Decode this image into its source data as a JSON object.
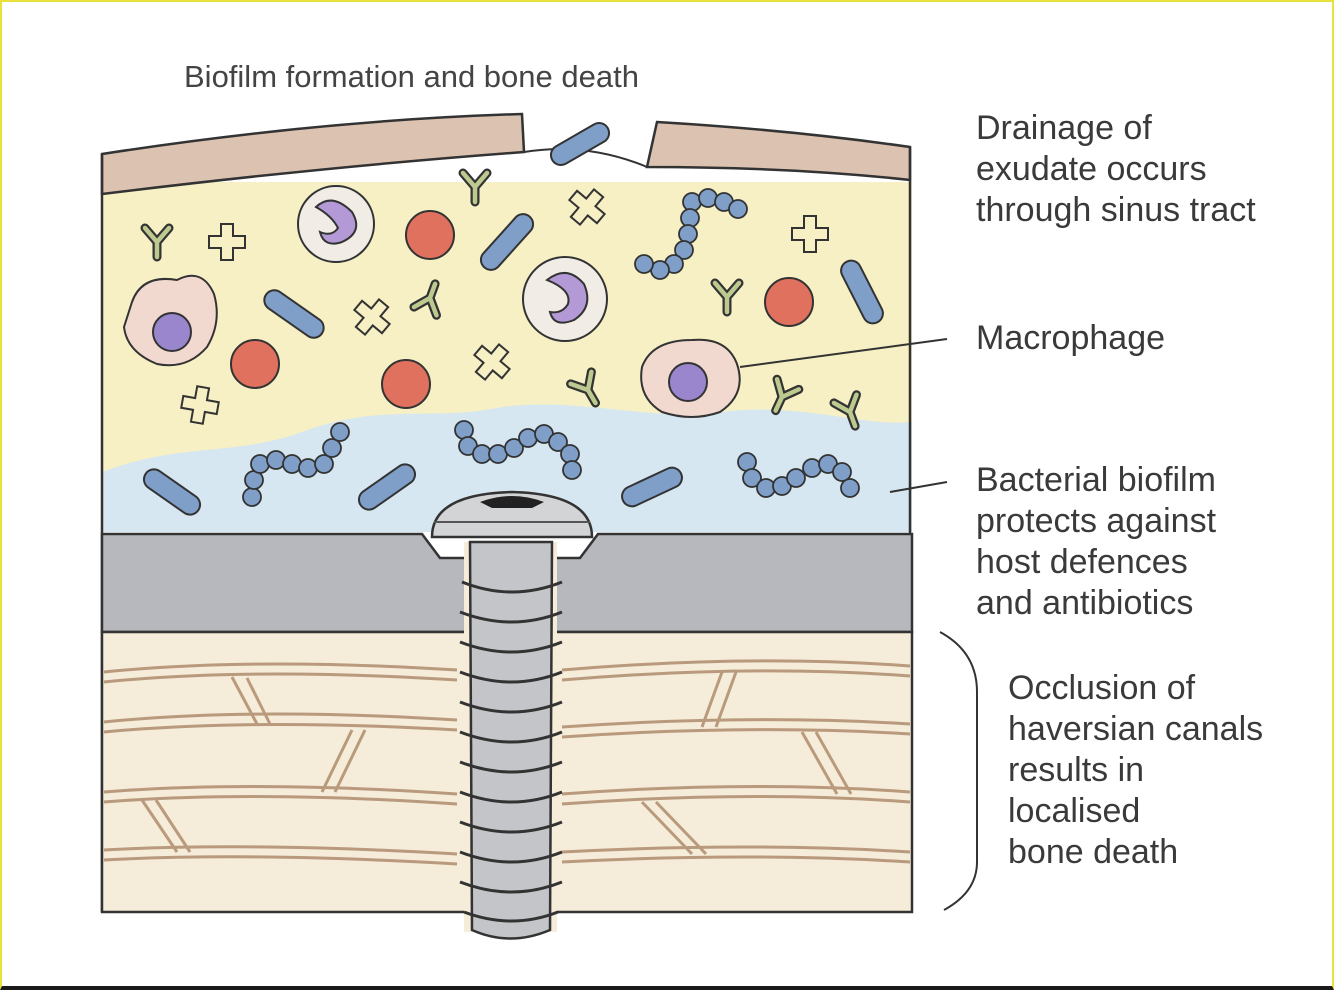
{
  "title": "Biofilm formation and bone death",
  "labels": {
    "drainage": "Drainage of\nexudate occurs\nthrough sinus tract",
    "macrophage": "Macrophage",
    "biofilm": "Bacterial biofilm\nprotects against\nhost defences\nand antibiotics",
    "occlusion": "Occlusion of\nhaversian canals\nresults in\nlocalised\nbone death"
  },
  "colors": {
    "exudate": "#f6f0c4",
    "biofilm": "#d6e7f1",
    "metal_plate": "#b7b8bd",
    "bone": "#f5ecd9",
    "bone_lines": "#c9ab8c",
    "skin": "#dcc3b1",
    "bacteria": "#7f9fc8",
    "red_cell": "#e0715f",
    "neutrophil": "#c4b2dc",
    "macrophage": "#f2d9d0",
    "antibody": "#bcc98f"
  }
}
